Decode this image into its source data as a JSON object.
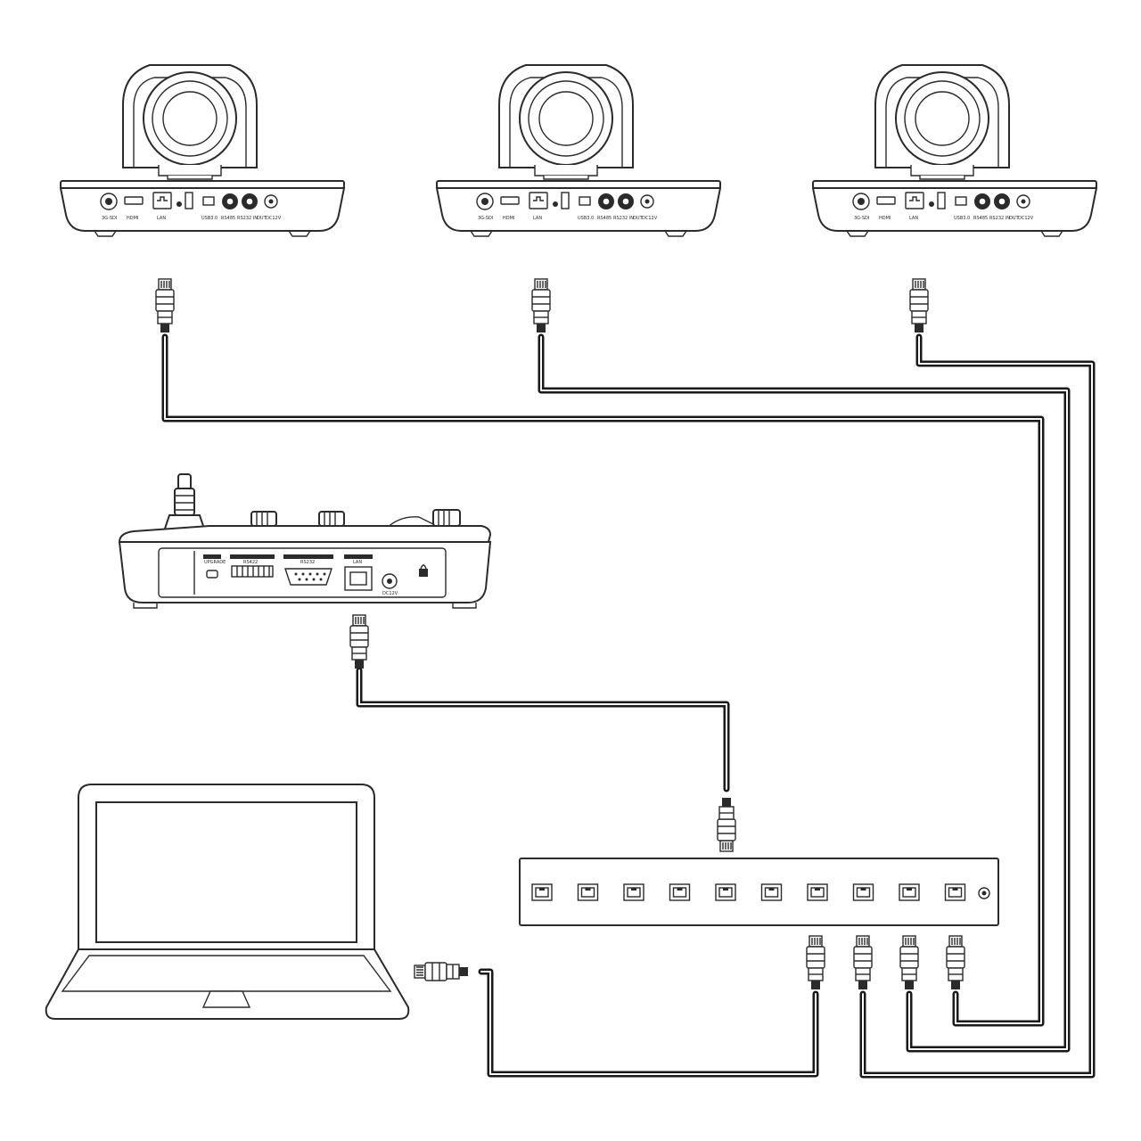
{
  "diagram": {
    "camera_ports": [
      "3G-SDI",
      "HDMI",
      "LAN",
      "USB3.0",
      "RS485",
      "RS232 IN",
      "OUT",
      "DC12V"
    ],
    "controller_ports": [
      "UPGRADE",
      "RS422",
      "RS232",
      "LAN",
      "DC12V"
    ],
    "switch_port_count": 10
  }
}
